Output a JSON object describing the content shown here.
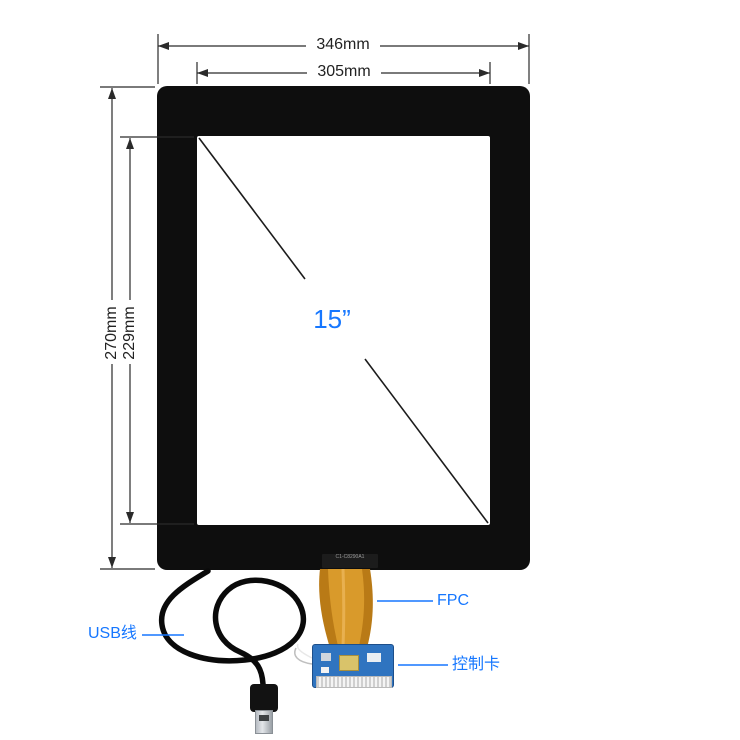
{
  "dimensions": {
    "outer_width_label": "346mm",
    "inner_width_label": "305mm",
    "inner_height_label": "229mm",
    "outer_height_label": "270mm",
    "diagonal_label": "15”"
  },
  "callouts": {
    "usb_cable": "USB线",
    "fpc": "FPC",
    "controller_card": "控制卡"
  },
  "panel": {
    "sticker_text": "C1-C8290A1"
  },
  "colors": {
    "accent_blue": "#1677ff",
    "bezel_black": "#0e0e0e",
    "fpc_orange": "#c8861d",
    "pcb_blue": "#2f74c0",
    "dimension_line": "#2a2a2a"
  }
}
